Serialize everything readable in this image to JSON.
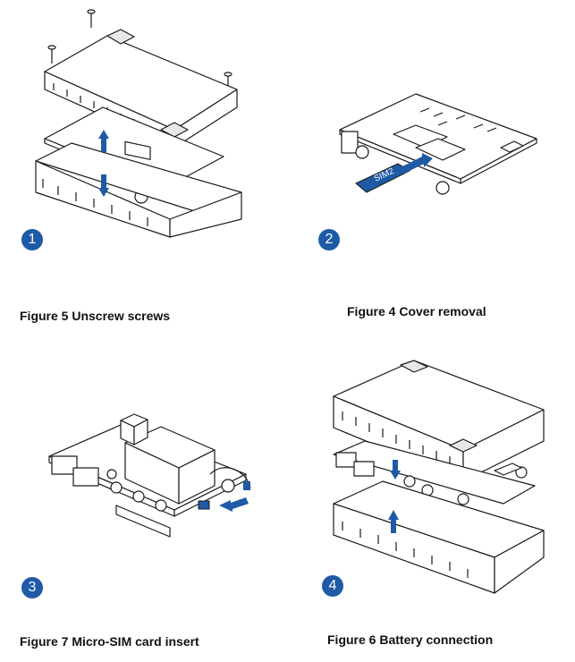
{
  "steps": [
    {
      "number": "1",
      "caption": "Figure 5 Unscrew screws"
    },
    {
      "number": "2",
      "caption": "Figure 4 Cover removal"
    },
    {
      "number": "3",
      "caption": "Figure 7 Micro-SIM card insert"
    },
    {
      "number": "4",
      "caption": "Figure 6 Battery connection"
    }
  ],
  "sim_card_label": "SIM2",
  "colors": {
    "badge": "#1f5aa6",
    "arrow": "#1f5aa6",
    "line": "#1a1a1a",
    "fill": "#ffffff"
  }
}
